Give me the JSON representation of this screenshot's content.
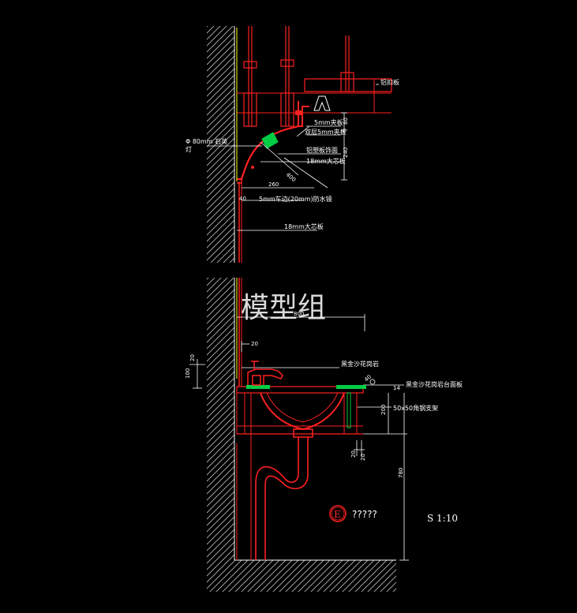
{
  "labels": {
    "aluminum_panel": "铝扣板",
    "plywood_5mm": "5mm夹板",
    "double_layer_plywood": "双层5mm夹板",
    "lamp_line1": "Φ 80mm  石英",
    "lamp_line2": "灯",
    "aluminum_plastic": "铝塑板饰面",
    "blockboard_top": "18mm大芯板",
    "mirror": "5mm车边(20mm)防水镜",
    "blockboard_bottom": "18mm大芯板",
    "granite_top": "黑金沙花岗岩",
    "granite_counter": "黑金沙花岗岩台面板",
    "steel_bracket": "50x50角钢支架"
  },
  "dimensions": {
    "d80": "80",
    "d240": "240",
    "d260": "260",
    "d40": "40",
    "d800": "800",
    "d20a": "20",
    "d20b": "20",
    "d100": "100",
    "d14": "14",
    "d200": "200",
    "d20c": "20",
    "d20d": "20",
    "d780": "780",
    "d400": "400",
    "d40b": "40"
  },
  "watermark": "模型组",
  "section_mark": {
    "letter": "E",
    "caption": "?????"
  },
  "scale": "S 1:10",
  "colors": {
    "background": "#000000",
    "wall": "#ffffff",
    "detail": "#ff2020",
    "guide": "#ffff00",
    "accent": "#00cc44"
  }
}
